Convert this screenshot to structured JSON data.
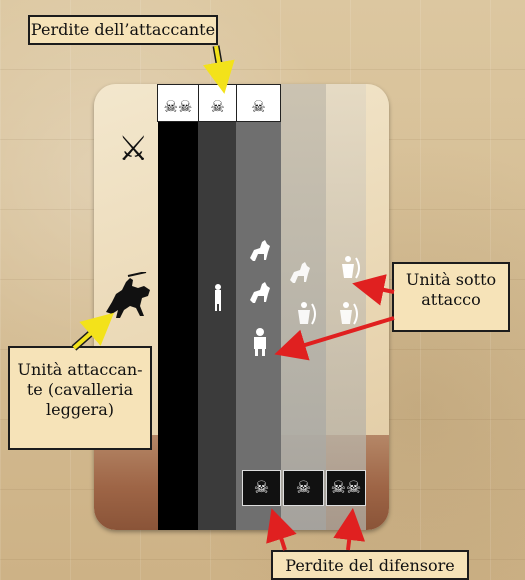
{
  "callouts": {
    "attacker_losses": "Perdite dell’attaccante",
    "units_under_attack_line1": "Unità sotto",
    "units_under_attack_line2": "attacco",
    "attacking_unit_line1": "Unità attaccan-",
    "attacking_unit_line2": "te (cavalleria",
    "attacking_unit_line3": "leggera)",
    "defender_losses": "Perdite del difensore"
  },
  "card": {
    "top_skulls": [
      "☠☠",
      "☠",
      "☠"
    ],
    "bottom_skulls": [
      "☠",
      "☠",
      "☠☠"
    ],
    "crossed_swords_symbol": "⚔"
  },
  "colors": {
    "arrow": "#e02020",
    "highlight_arrow": "#f3e21a",
    "callout_bg": "#f6e3b8"
  },
  "icons": [
    "crossed-swords-icon",
    "cavalry-icon",
    "skull-icon",
    "infantry-icon",
    "archer-icon"
  ]
}
